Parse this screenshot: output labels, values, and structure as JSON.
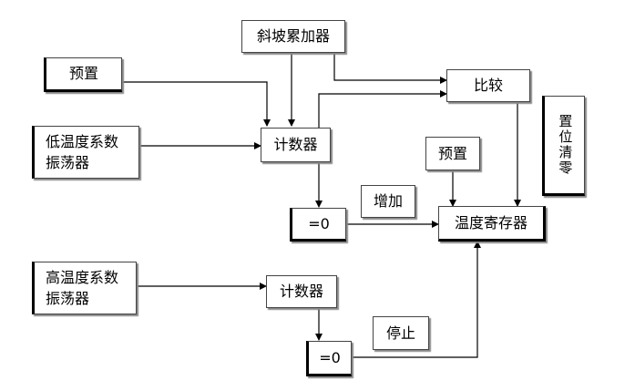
{
  "blocks": {
    "slope_accumulator": "斜坡累加器",
    "preset_left": "预置",
    "low_temp_oscillator_line1": "低温度系数",
    "low_temp_oscillator_line2": "振荡器",
    "counter_top": "计数器",
    "compare": "比较",
    "clear": "置位清零",
    "preset_right": "预置",
    "zero_top": "=0",
    "increase": "增加",
    "temp_register": "温度寄存器",
    "high_temp_oscillator_line1": "高温度系数",
    "high_temp_oscillator_line2": "振荡器",
    "counter_bottom": "计数器",
    "stop": "停止",
    "zero_bottom": "=0"
  }
}
